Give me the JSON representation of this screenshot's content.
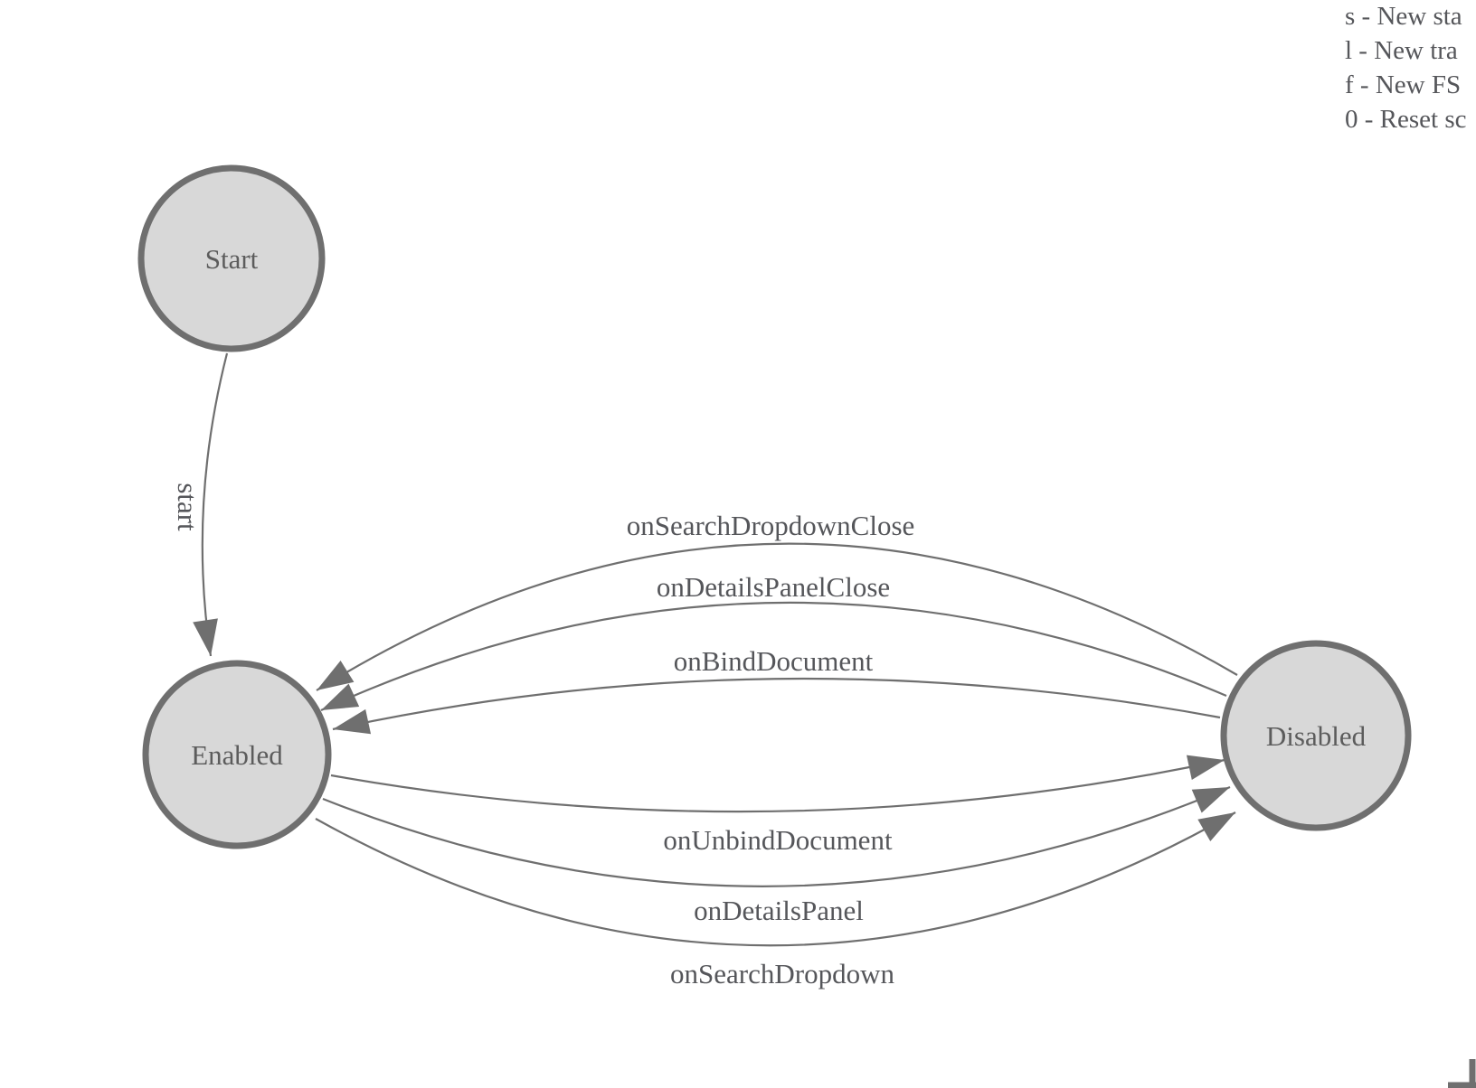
{
  "legend": {
    "lines": [
      "s - New sta",
      "l - New tra",
      "f - New FS",
      "0 - Reset sc"
    ]
  },
  "fsm": {
    "states": [
      {
        "id": "start",
        "label": "Start"
      },
      {
        "id": "enabled",
        "label": "Enabled"
      },
      {
        "id": "disabled",
        "label": "Disabled"
      }
    ],
    "transitions": [
      {
        "label": "start",
        "from": "Start",
        "to": "Enabled"
      },
      {
        "label": "onSearchDropdownClose",
        "from": "Disabled",
        "to": "Enabled"
      },
      {
        "label": "onDetailsPanelClose",
        "from": "Disabled",
        "to": "Enabled"
      },
      {
        "label": "onBindDocument",
        "from": "Disabled",
        "to": "Enabled"
      },
      {
        "label": "onUnbindDocument",
        "from": "Enabled",
        "to": "Disabled"
      },
      {
        "label": "onDetailsPanel",
        "from": "Enabled",
        "to": "Disabled"
      },
      {
        "label": "onSearchDropdown",
        "from": "Enabled",
        "to": "Disabled"
      }
    ]
  },
  "colors": {
    "node_fill": "#d8d8d8",
    "node_stroke": "#6f6f6f",
    "edge": "#6f6f6f",
    "arrowhead": "#6f6f6f",
    "node_label": "#5c5c5c",
    "edge_label": "#55565a",
    "legend_text": "#55565a"
  }
}
